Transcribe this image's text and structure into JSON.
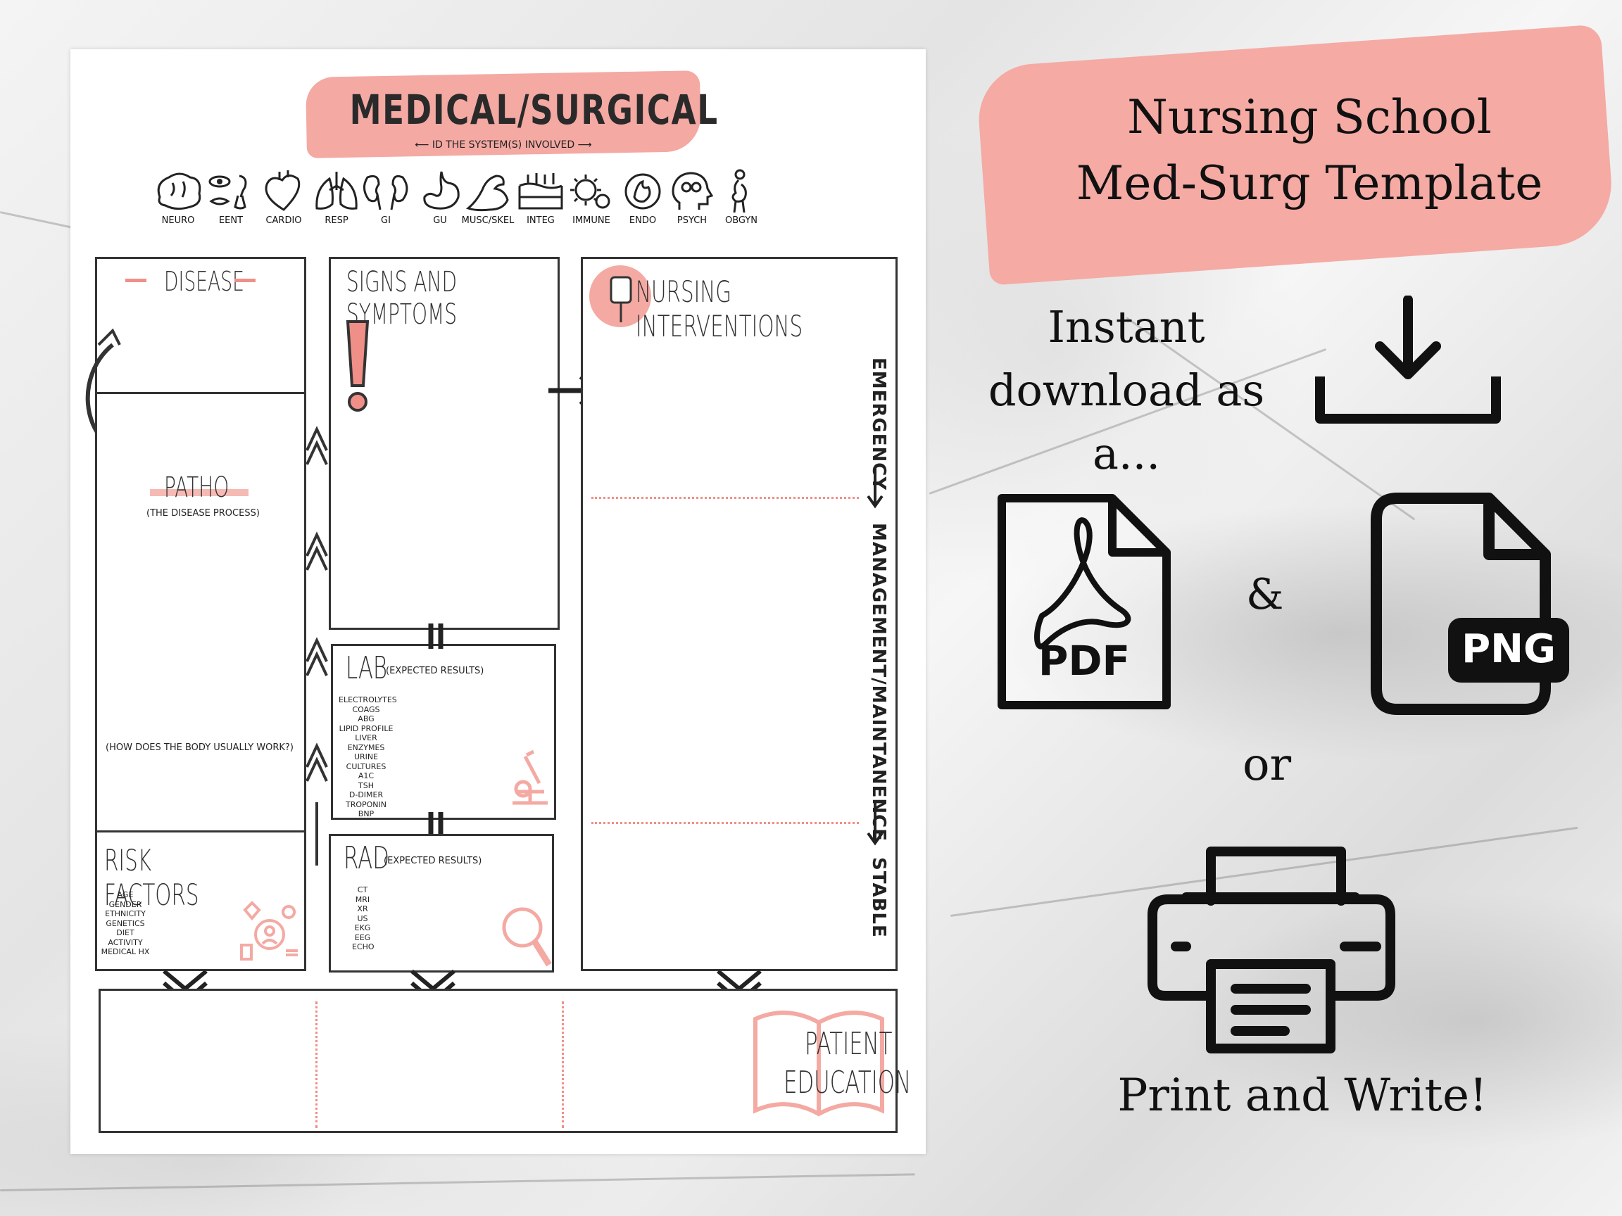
{
  "sheet": {
    "title": "MEDICAL/SURGICAL",
    "subtitle": "ID THE SYSTEM(S) INVOLVED",
    "systems": [
      {
        "label": "NEURO",
        "icon": "brain-icon"
      },
      {
        "label": "EENT",
        "icon": "face-senses-icon"
      },
      {
        "label": "CARDIO",
        "icon": "heart-icon"
      },
      {
        "label": "RESP",
        "icon": "lungs-icon"
      },
      {
        "label": "GI",
        "icon": "kidneys-icon"
      },
      {
        "label": "GU",
        "icon": "stomach-icon"
      },
      {
        "label": "MUSC/SKEL",
        "icon": "arm-muscle-icon"
      },
      {
        "label": "INTEG",
        "icon": "skin-layers-icon"
      },
      {
        "label": "IMMUNE",
        "icon": "virus-icon"
      },
      {
        "label": "ENDO",
        "icon": "endocrine-icon"
      },
      {
        "label": "PSYCH",
        "icon": "head-mind-icon"
      },
      {
        "label": "OBGYN",
        "icon": "pregnancy-icon"
      }
    ],
    "disease": "DISEASE",
    "patho": {
      "title": "PATHO",
      "subtitle": "(THE DISEASE PROCESS)",
      "note": "(HOW DOES THE BODY USUALLY WORK?)"
    },
    "signs": "SIGNS AND SYMPTOMS",
    "lab": {
      "title": "LAB",
      "subtitle": "(EXPECTED RESULTS)",
      "items": [
        "ELECTROLYTES",
        "COAGS",
        "ABG",
        "LIPID PROFILE",
        "LIVER ENZYMES",
        "URINE",
        "CULTURES",
        "A1C",
        "TSH",
        "D-DIMER",
        "TROPONIN",
        "BNP"
      ]
    },
    "rad": {
      "title": "RAD",
      "subtitle": "(EXPECTED RESULTS)",
      "items": [
        "CT",
        "MRI",
        "XR",
        "US",
        "EKG",
        "EEG",
        "ECHO"
      ]
    },
    "risk": {
      "title": "RISK FACTORS",
      "items": [
        "AGE",
        "GENDER",
        "ETHNICITY",
        "GENETICS",
        "DIET",
        "ACTIVITY",
        "MEDICAL HX"
      ]
    },
    "nursing": {
      "title": "NURSING INTERVENTIONS",
      "emergency": "EMERGENCY",
      "management": "MANAGEMENT/MAINTANENCE",
      "stable": "STABLE"
    },
    "education": {
      "line1": "PATIENT",
      "line2": "EDUCATION"
    }
  },
  "promo": {
    "title_line1": "Nursing School",
    "title_line2": "Med-Surg Template",
    "instant_line1": "Instant",
    "instant_line2": "download as a...",
    "pdf_label": "PDF",
    "png_label": "PNG",
    "ampersand": "&",
    "or": "or",
    "print": "Print and Write!"
  },
  "colors": {
    "accent_pink": "#f5aaa4",
    "ink": "#111111"
  }
}
